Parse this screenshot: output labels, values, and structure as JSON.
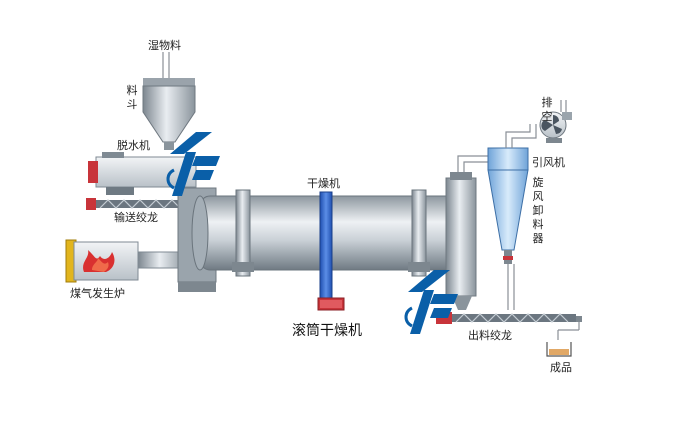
{
  "labels": {
    "wet_material": "湿物料",
    "hopper": "料斗",
    "dewatering_machine": "脱水机",
    "conveyor_auger": "输送绞龙",
    "gas_generator": "煤气发生炉",
    "dryer_small": "干燥机",
    "drum_dryer": "滚筒干燥机",
    "exhaust": "排空",
    "induced_fan": "引风机",
    "cyclone_unloader": "旋风卸料器",
    "discharge_auger": "出料绞龙",
    "finished_product": "成品"
  },
  "logo_text": "TF",
  "colors": {
    "metal_dark": "#7f8a93",
    "metal_light": "#e6eaee",
    "blue_band": "#2f63c8",
    "cyclone_blue": "#9cc3ea",
    "logo_blue": "#0a5fa8",
    "red_part": "#c8343a",
    "flame": "#d93030",
    "line": "#8a8f96"
  }
}
